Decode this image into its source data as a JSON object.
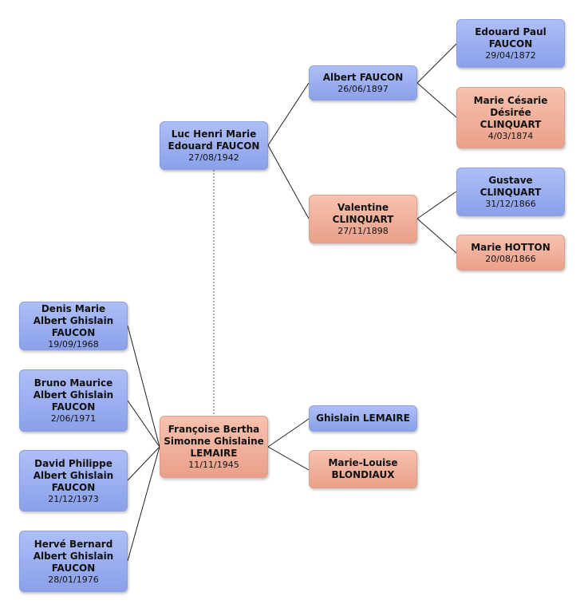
{
  "people": {
    "luc": {
      "name": "Luc Henri Marie Edouard FAUCON",
      "date": "27/08/1942"
    },
    "francoise": {
      "name": "Françoise Bertha Simonne Ghislaine LEMAIRE",
      "date": "11/11/1945"
    },
    "albert": {
      "name": "Albert FAUCON",
      "date": "26/06/1897"
    },
    "valentine": {
      "name": "Valentine CLINQUART",
      "date": "27/11/1898"
    },
    "edouard": {
      "name": "Edouard Paul FAUCON",
      "date": "29/04/1872"
    },
    "marie_cesarie": {
      "name": "Marie Césarie Désirée CLINQUART",
      "date": "4/03/1874"
    },
    "gustave": {
      "name": "Gustave CLINQUART",
      "date": "31/12/1866"
    },
    "marie_hotton": {
      "name": "Marie HOTTON",
      "date": "20/08/1866"
    },
    "ghislain": {
      "name": "Ghislain LEMAIRE",
      "date": ""
    },
    "marie_louise": {
      "name": "Marie-Louise BLONDIAUX",
      "date": ""
    },
    "denis": {
      "name": "Denis Marie Albert Ghislain FAUCON",
      "date": "19/09/1968"
    },
    "bruno": {
      "name": "Bruno Maurice Albert Ghislain FAUCON",
      "date": "2/06/1971"
    },
    "david": {
      "name": "David Philippe Albert Ghislain FAUCON",
      "date": "21/12/1973"
    },
    "herve": {
      "name": "Hervé Bernard Albert Ghislain FAUCON",
      "date": "28/01/1976"
    }
  },
  "colors": {
    "male": "#9aaef0",
    "female": "#f0b09a",
    "line": "#222222"
  }
}
